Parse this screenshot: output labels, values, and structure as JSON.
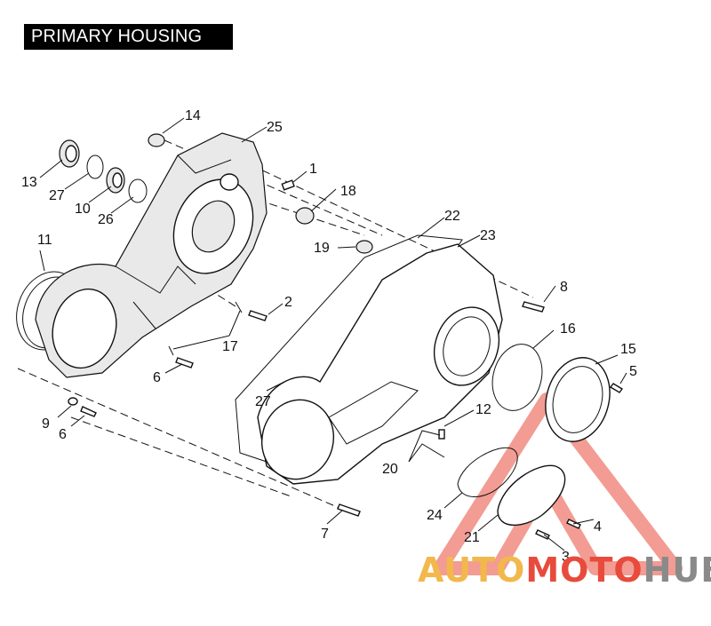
{
  "title": "PRIMARY HOUSING",
  "callouts": {
    "c1": "1",
    "c2": "2",
    "c3": "3",
    "c4": "4",
    "c5": "5",
    "c6a": "6",
    "c6b": "6",
    "c7": "7",
    "c8": "8",
    "c9": "9",
    "c10": "10",
    "c11": "11",
    "c12": "12",
    "c13": "13",
    "c14": "14",
    "c15": "15",
    "c16": "16",
    "c17": "17",
    "c18": "18",
    "c19": "19",
    "c20": "20",
    "c21": "21",
    "c22": "22",
    "c23": "23",
    "c24": "24",
    "c25": "25",
    "c26": "26",
    "c27a": "27",
    "c27b": "27"
  },
  "watermark": {
    "part1": "AUTO",
    "part2": "MOTO",
    "part3": "HUB"
  },
  "colors": {
    "watermark_triangle": "#e84b3c",
    "watermark_auto": "#f2b84b",
    "watermark_hub": "#8a8a8a"
  }
}
